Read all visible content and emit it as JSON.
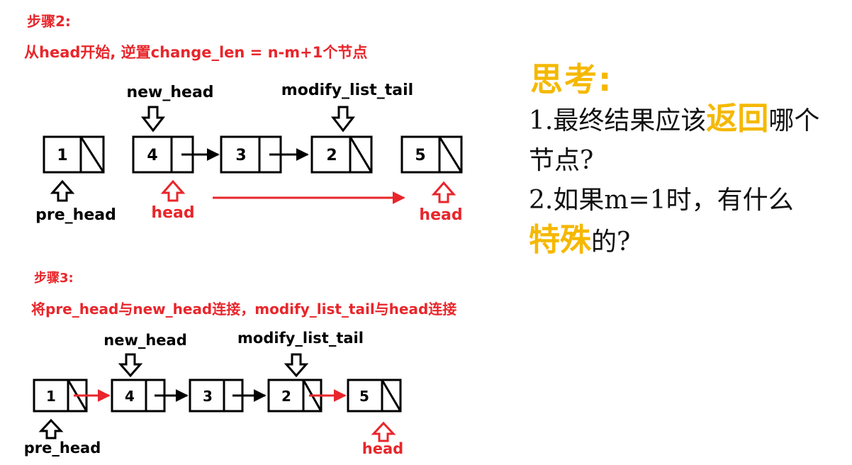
{
  "step2": {
    "title": "步骤2:",
    "desc": "从head开始, 逆置change_len = n-m+1个节点",
    "nodes": [
      "1",
      "4",
      "3",
      "2",
      "5"
    ],
    "labels": {
      "new_head": "new_head",
      "modify_list_tail": "modify_list_tail",
      "pre_head": "pre_head",
      "head_left": "head",
      "head_right": "head"
    }
  },
  "step3": {
    "title": "步骤3:",
    "desc": "将pre_head与new_head连接，modify_list_tail与head连接",
    "nodes": [
      "1",
      "4",
      "3",
      "2",
      "5"
    ],
    "labels": {
      "new_head": "new_head",
      "modify_list_tail": "modify_list_tail",
      "pre_head": "pre_head",
      "head": "head"
    }
  },
  "think": {
    "title": "思考:",
    "q1_num": "1.",
    "q1_a": "最终结果应该",
    "q1_hl": "返回",
    "q1_b": "哪个节点?",
    "q2_num": "2.",
    "q2_a": "如果m=1时，有什么",
    "q2_hl": "特殊",
    "q2_b": "的?"
  },
  "colors": {
    "red": "#e8262b",
    "yellow": "#f5b800",
    "black": "#000000"
  },
  "icons": [
    "down-arrow-icon",
    "up-arrow-icon"
  ]
}
